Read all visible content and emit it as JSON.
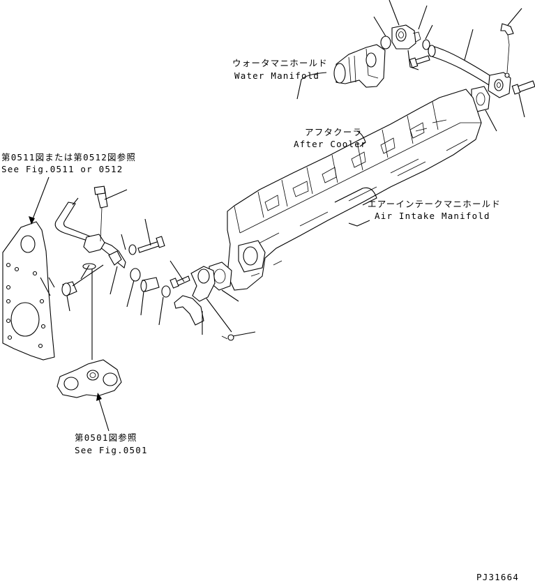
{
  "labels": {
    "water_manifold_jp": "ウォータマニホールド",
    "water_manifold_en": "Water Manifold",
    "after_cooler_jp": "アフタクーラ",
    "after_cooler_en": "After Cooler",
    "air_intake_jp": "エアーインテークマニホールド",
    "air_intake_en": "Air Intake Manifold",
    "fig_0511_jp": "第0511図または第0512図参照",
    "fig_0511_en": "See Fig.0511 or 0512",
    "fig_0501_jp": "第0501図参照",
    "fig_0501_en": "See Fig.0501",
    "drawing_code": "PJ31664"
  }
}
